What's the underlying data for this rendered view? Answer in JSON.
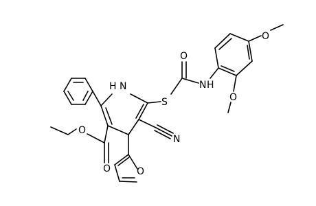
{
  "diagram": {
    "type": "chemical-structure",
    "atom_labels": {
      "nh_ring": "H",
      "nh_ring_n": "N",
      "s": "S",
      "o_amide": "O",
      "n_amide": "N",
      "h_amide": "H",
      "o_methoxy_top": "O",
      "o_methoxy_ortho": "O",
      "o_ester_carbonyl": "O",
      "o_ester_ether": "O",
      "n_nitrile": "N",
      "o_furan": "O"
    }
  }
}
